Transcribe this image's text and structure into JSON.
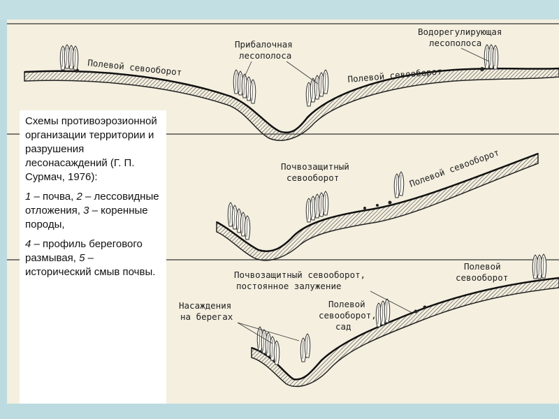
{
  "diagram": {
    "panel1": {
      "field_left": "Полевой севооборот",
      "ravine_belt_1": "Прибалочная",
      "ravine_belt_2": "лесополоса",
      "water_belt_1": "Водорегулирующая",
      "water_belt_2": "лесополоса",
      "field_right": "Полевой севооборот"
    },
    "panel2": {
      "protective_1": "Почвозащитный",
      "protective_2": "севооборот",
      "field": "Полевой севооборот"
    },
    "panel3": {
      "protective_1": "Почвозащитный севооборот,",
      "protective_2": "постоянное залужение",
      "field_1": "Полевой",
      "field_2": "севооборот",
      "banks_1": "Насаждения",
      "banks_2": "на берегах",
      "orchard_1": "Полевой",
      "orchard_2": "севооборот,",
      "orchard_3": "сад"
    }
  },
  "caption": {
    "title": "Схемы противоэрозионной организации территории и разрушения лесонасаждений (Г. П. Сурмач, 1976):",
    "n1": "1",
    "t1": " – почва, ",
    "n2": "2",
    "t2": " – лессовидные отложения, ",
    "n3": "3",
    "t3": " – коренные породы,",
    "n4": "4",
    "t4": " – профиль берегового размывая, ",
    "n5": "5",
    "t5": " – исторический смыв почвы."
  }
}
